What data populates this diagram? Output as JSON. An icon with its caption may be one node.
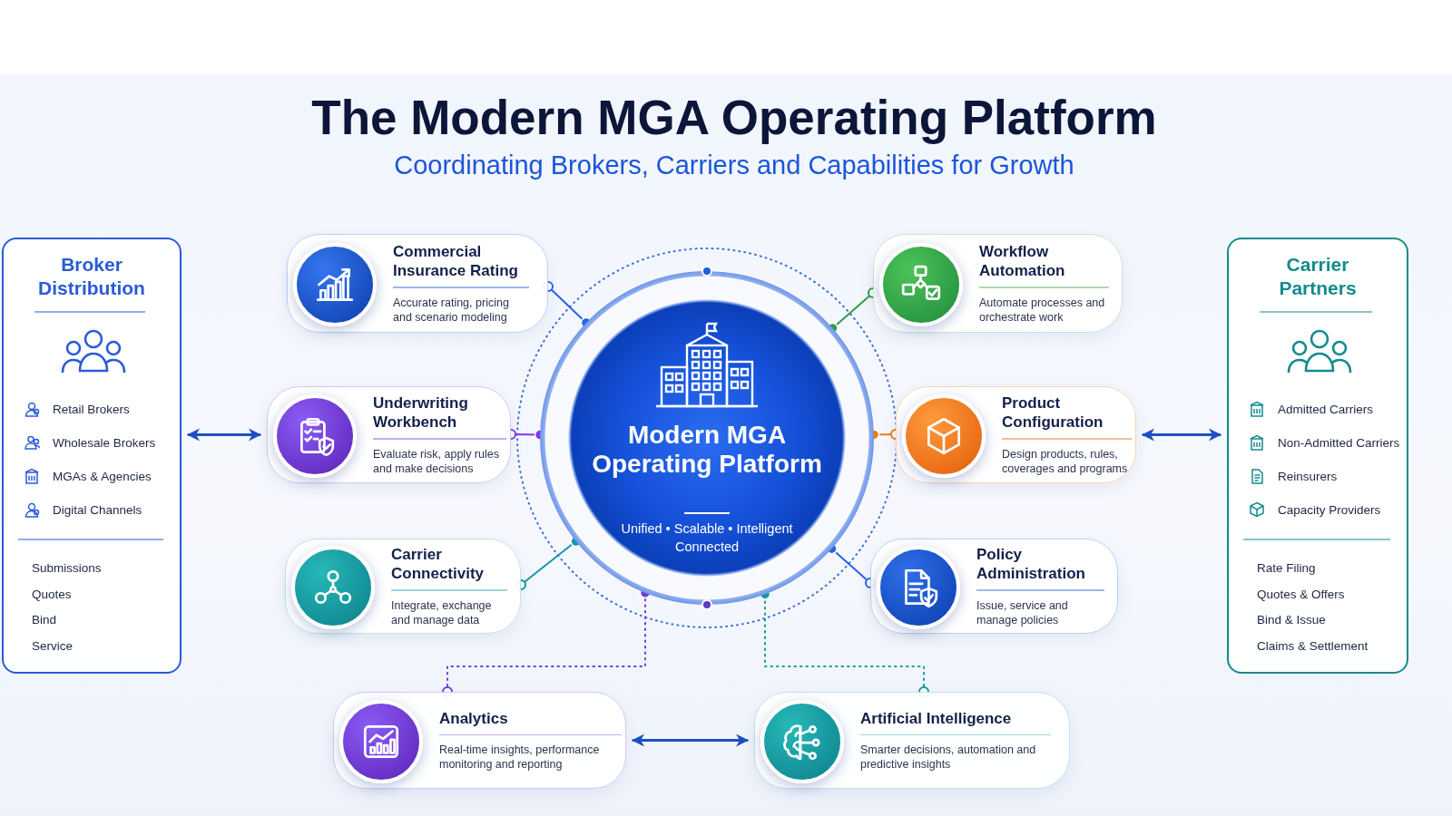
{
  "diagram": {
    "title": "The Modern MGA Operating Platform",
    "nodes": [
      {
        "text": [
          "Broker Distribution",
          "Retail Brokers",
          "Wholesale Brokers",
          "MGAs & Agencies",
          "Digital Channels",
          "Submissions",
          "Quotes",
          "Bind",
          "Service"
        ]
      },
      {
        "text": [
          "Commercial Insurance Rating",
          "Accurate rating, pricing and scenario modeling"
        ]
      },
      {
        "text": [
          "Workflow Automation",
          "Automate processes and orchestrate work"
        ]
      },
      {
        "text": [
          "Carrier Partners",
          "Admitted Carriers",
          "Non-Admitted Carriers",
          "Reinsurers",
          "Capacity Providers",
          "Rate Filing",
          "Quotes & Offers",
          "Bind & Issue",
          "Claims & Settlement"
        ]
      },
      {
        "text": [
          "Underwriting Workbench",
          "Evaluate risk, apply rules and make decisions"
        ]
      },
      {
        "text": [
          "Modern MGA Operating Platform",
          "Unified • Scalable • Intelligent Connected"
        ]
      },
      {
        "text": [
          "Product Configuration",
          "Design products, rules, coverages and programs"
        ]
      },
      {
        "text": [
          "Carrier Connectivity",
          "Integrate, exchange and manage data"
        ]
      },
      {
        "text": [
          "Policy Administration",
          "Issue, service and manage policies"
        ]
      },
      {
        "text": [
          "Analytics",
          "Real-time insights, performance monitoring and reporting"
        ]
      },
      {
        "text": [
          "Artificial Intelligence",
          "Smarter decisions, automation and predictive insights"
        ]
      }
    ],
    "edges": [
      {
        "from": 0,
        "to": 4,
        "arrow": "both"
      },
      {
        "from": 6,
        "to": 3,
        "arrow": "both"
      },
      {
        "from": 1,
        "to": 5,
        "arrow": "other",
        "color": "#2563eb"
      },
      {
        "from": 4,
        "to": 5,
        "arrow": "other",
        "color": "#7c3aed"
      },
      {
        "from": 7,
        "to": 5,
        "arrow": "other",
        "color": "#0e9aa7"
      },
      {
        "from": 2,
        "to": 5,
        "arrow": "other",
        "color": "#2ea043"
      },
      {
        "from": 6,
        "to": 5,
        "arrow": "other",
        "color": "#f07a1a"
      },
      {
        "from": 8,
        "to": 5,
        "arrow": "other",
        "color": "#2563eb"
      },
      {
        "from": 9,
        "to": 5,
        "arrow": "other",
        "style": "dashed",
        "color": "#6d3fd1"
      },
      {
        "from": 10,
        "to": 5,
        "arrow": "other",
        "style": "dashed",
        "color": "#0e9aa7"
      },
      {
        "from": 9,
        "to": 10,
        "arrow": "both"
      }
    ],
    "labels": [
      "Coordinating Brokers, Carriers and Capabilities for Growth"
    ]
  }
}
